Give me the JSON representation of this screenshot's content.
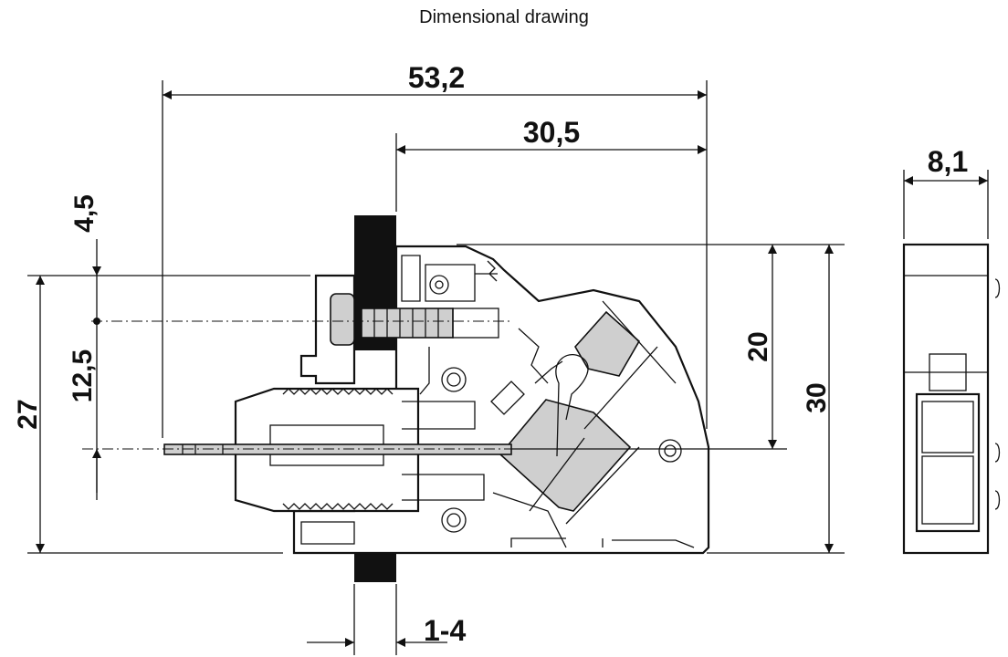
{
  "title": "Dimensional drawing",
  "dimensions": {
    "overall_length": "53,2",
    "front_length": "30,5",
    "side_width": "8,1",
    "top_offset": "4,5",
    "screw_to_pin": "12,5",
    "total_height": "27",
    "body_height": "20",
    "overall_height": "30",
    "panel_thickness": "1-4"
  },
  "colors": {
    "line": "#111111",
    "fill_gray": "#cfcfcf",
    "panel": "#111111"
  }
}
